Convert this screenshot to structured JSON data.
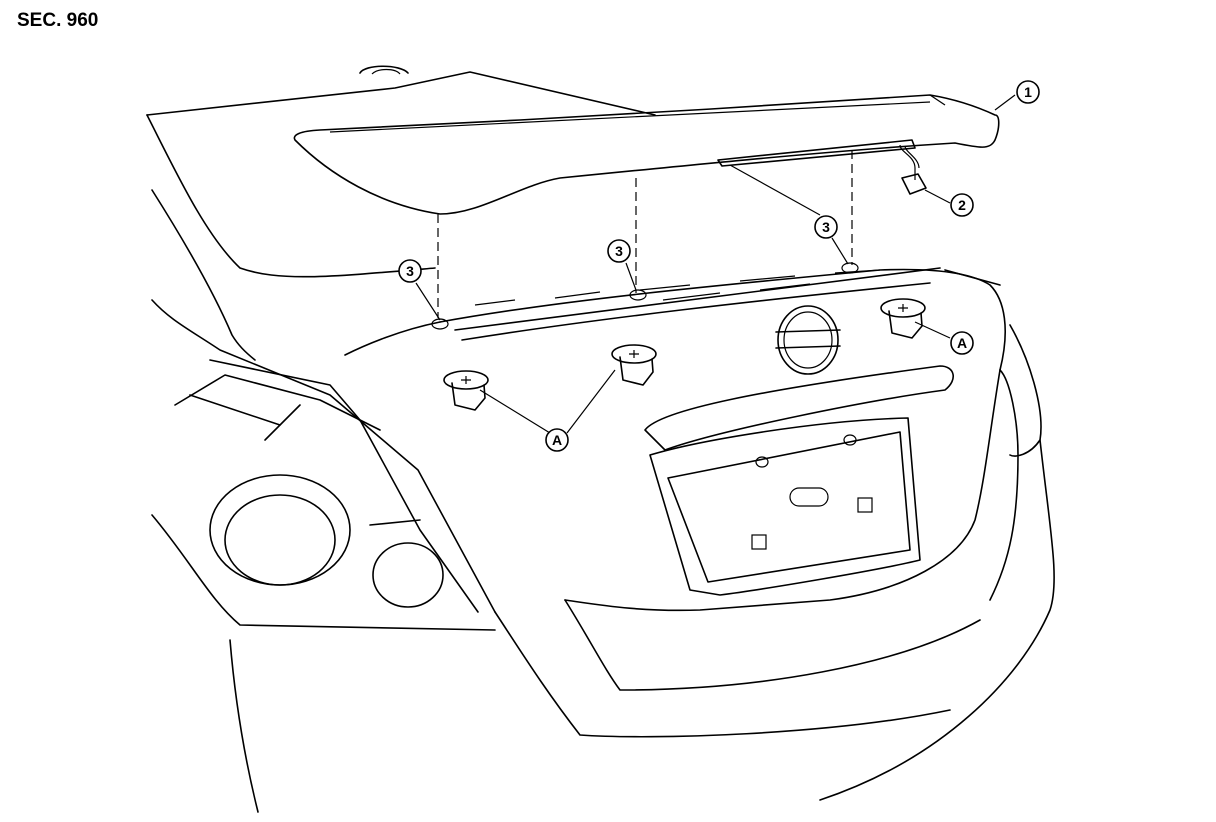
{
  "header": {
    "section": "SEC. 960"
  },
  "callouts": {
    "rear_spoiler": "1",
    "connector": "2",
    "clip_left": "3",
    "clip_middle": "3",
    "clip_right": "3",
    "grommet_pair": "A",
    "grommet_right": "A"
  }
}
